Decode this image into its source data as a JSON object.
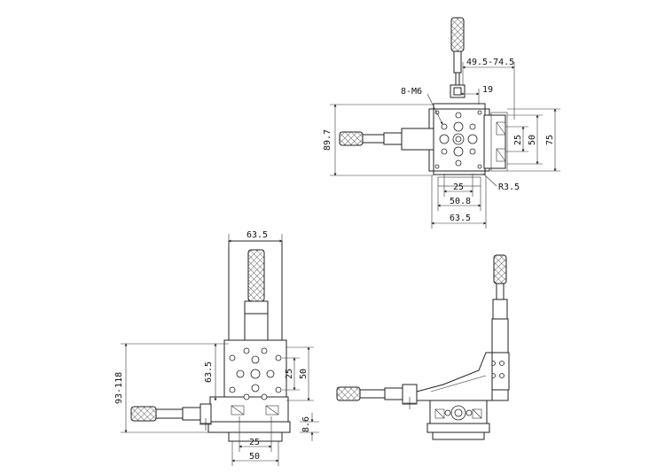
{
  "top_view": {
    "dims": {
      "travel": "49.5-74.5",
      "nineteen": "19",
      "tapped": "8-M6",
      "height": "89.7",
      "inner25": "25",
      "inner50": "50",
      "outer75": "75",
      "bottom25": "25",
      "radius": "R3.5",
      "width508": "50.8",
      "width635": "63.5"
    }
  },
  "front_view": {
    "dims": {
      "top635": "63.5",
      "side635": "63.5",
      "height": "93-118",
      "v25": "25",
      "v50": "50",
      "base86": "8.6",
      "h25": "25",
      "h50": "50"
    }
  },
  "colors": {
    "line": "#222222",
    "background": "#ffffff"
  }
}
